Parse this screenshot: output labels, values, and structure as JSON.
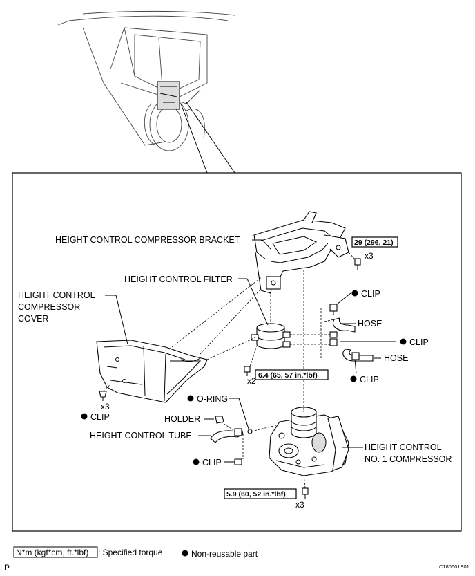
{
  "labels": {
    "bracket": "HEIGHT CONTROL COMPRESSOR BRACKET",
    "filter": "HEIGHT CONTROL FILTER",
    "cover_l1": "HEIGHT CONTROL",
    "cover_l2": "COMPRESSOR",
    "cover_l3": "COVER",
    "clip": "CLIP",
    "hose": "HOSE",
    "oring": "O-RING",
    "holder": "HOLDER",
    "tube": "HEIGHT CONTROL TUBE",
    "comp_l1": "HEIGHT CONTROL",
    "comp_l2": "NO. 1 COMPRESSOR"
  },
  "torques": {
    "bracket": "29 (296, 21)",
    "filter": "6.4 (65, 57 in.*lbf)",
    "compressor": "5.9 (60, 52 in.*lbf)"
  },
  "quantities": {
    "bracket_bolts": "x3",
    "filter_bolts": "x2",
    "cover_clips": "x3",
    "compressor_bolts": "x3"
  },
  "legend": {
    "torque_box": "N*m (kgf*cm, ft.*lbf)",
    "torque_desc": ": Specified torque",
    "nonreusable": "Non-reusable part"
  },
  "footer": {
    "left": "P",
    "code": "C180601E01"
  }
}
